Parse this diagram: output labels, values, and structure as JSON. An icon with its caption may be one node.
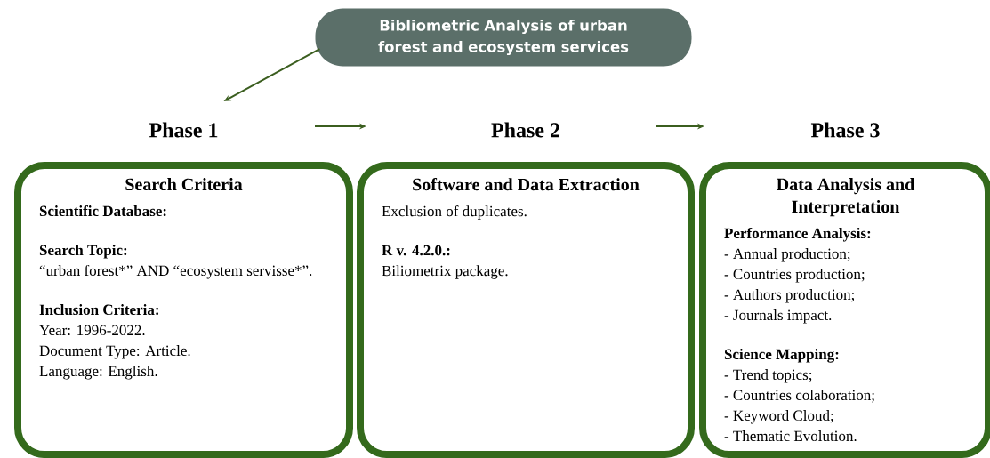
{
  "diagram": {
    "nodes": [
      {
        "text": [
          "Bibliometric Analysis of urban forest and ecosystem services"
        ]
      },
      {
        "text": [
          "Phase 1",
          "Search Criteria",
          "Scientific Database:",
          "Search Topic:",
          "“urban forest*” AND “ecosystem servisse*”.",
          "Inclusion Criteria:",
          "Year: 1996-2022.",
          "Document Type: Article.",
          "Language: English."
        ]
      },
      {
        "text": [
          "Phase 2",
          "Software and Data Extraction",
          "Exclusion of duplicates.",
          "R v. 4.2.0.:",
          "Biliometrix package."
        ]
      },
      {
        "text": [
          "Phase 3",
          "Data Analysis and Interpretation",
          "Performance Analysis:",
          "- Annual production;",
          "- Countries production;",
          "- Authors production;",
          "- Journals impact.",
          "Science Mapping:",
          "- Trend topics;",
          "- Countries colaboration;",
          "- Keyword Cloud;",
          "- Thematic Evolution."
        ]
      }
    ],
    "edges": [
      {
        "from": 0,
        "to": 1,
        "arrow": "to"
      },
      {
        "from": 1,
        "to": 2,
        "arrow": "to"
      },
      {
        "from": 2,
        "to": 3,
        "arrow": "to"
      }
    ]
  }
}
